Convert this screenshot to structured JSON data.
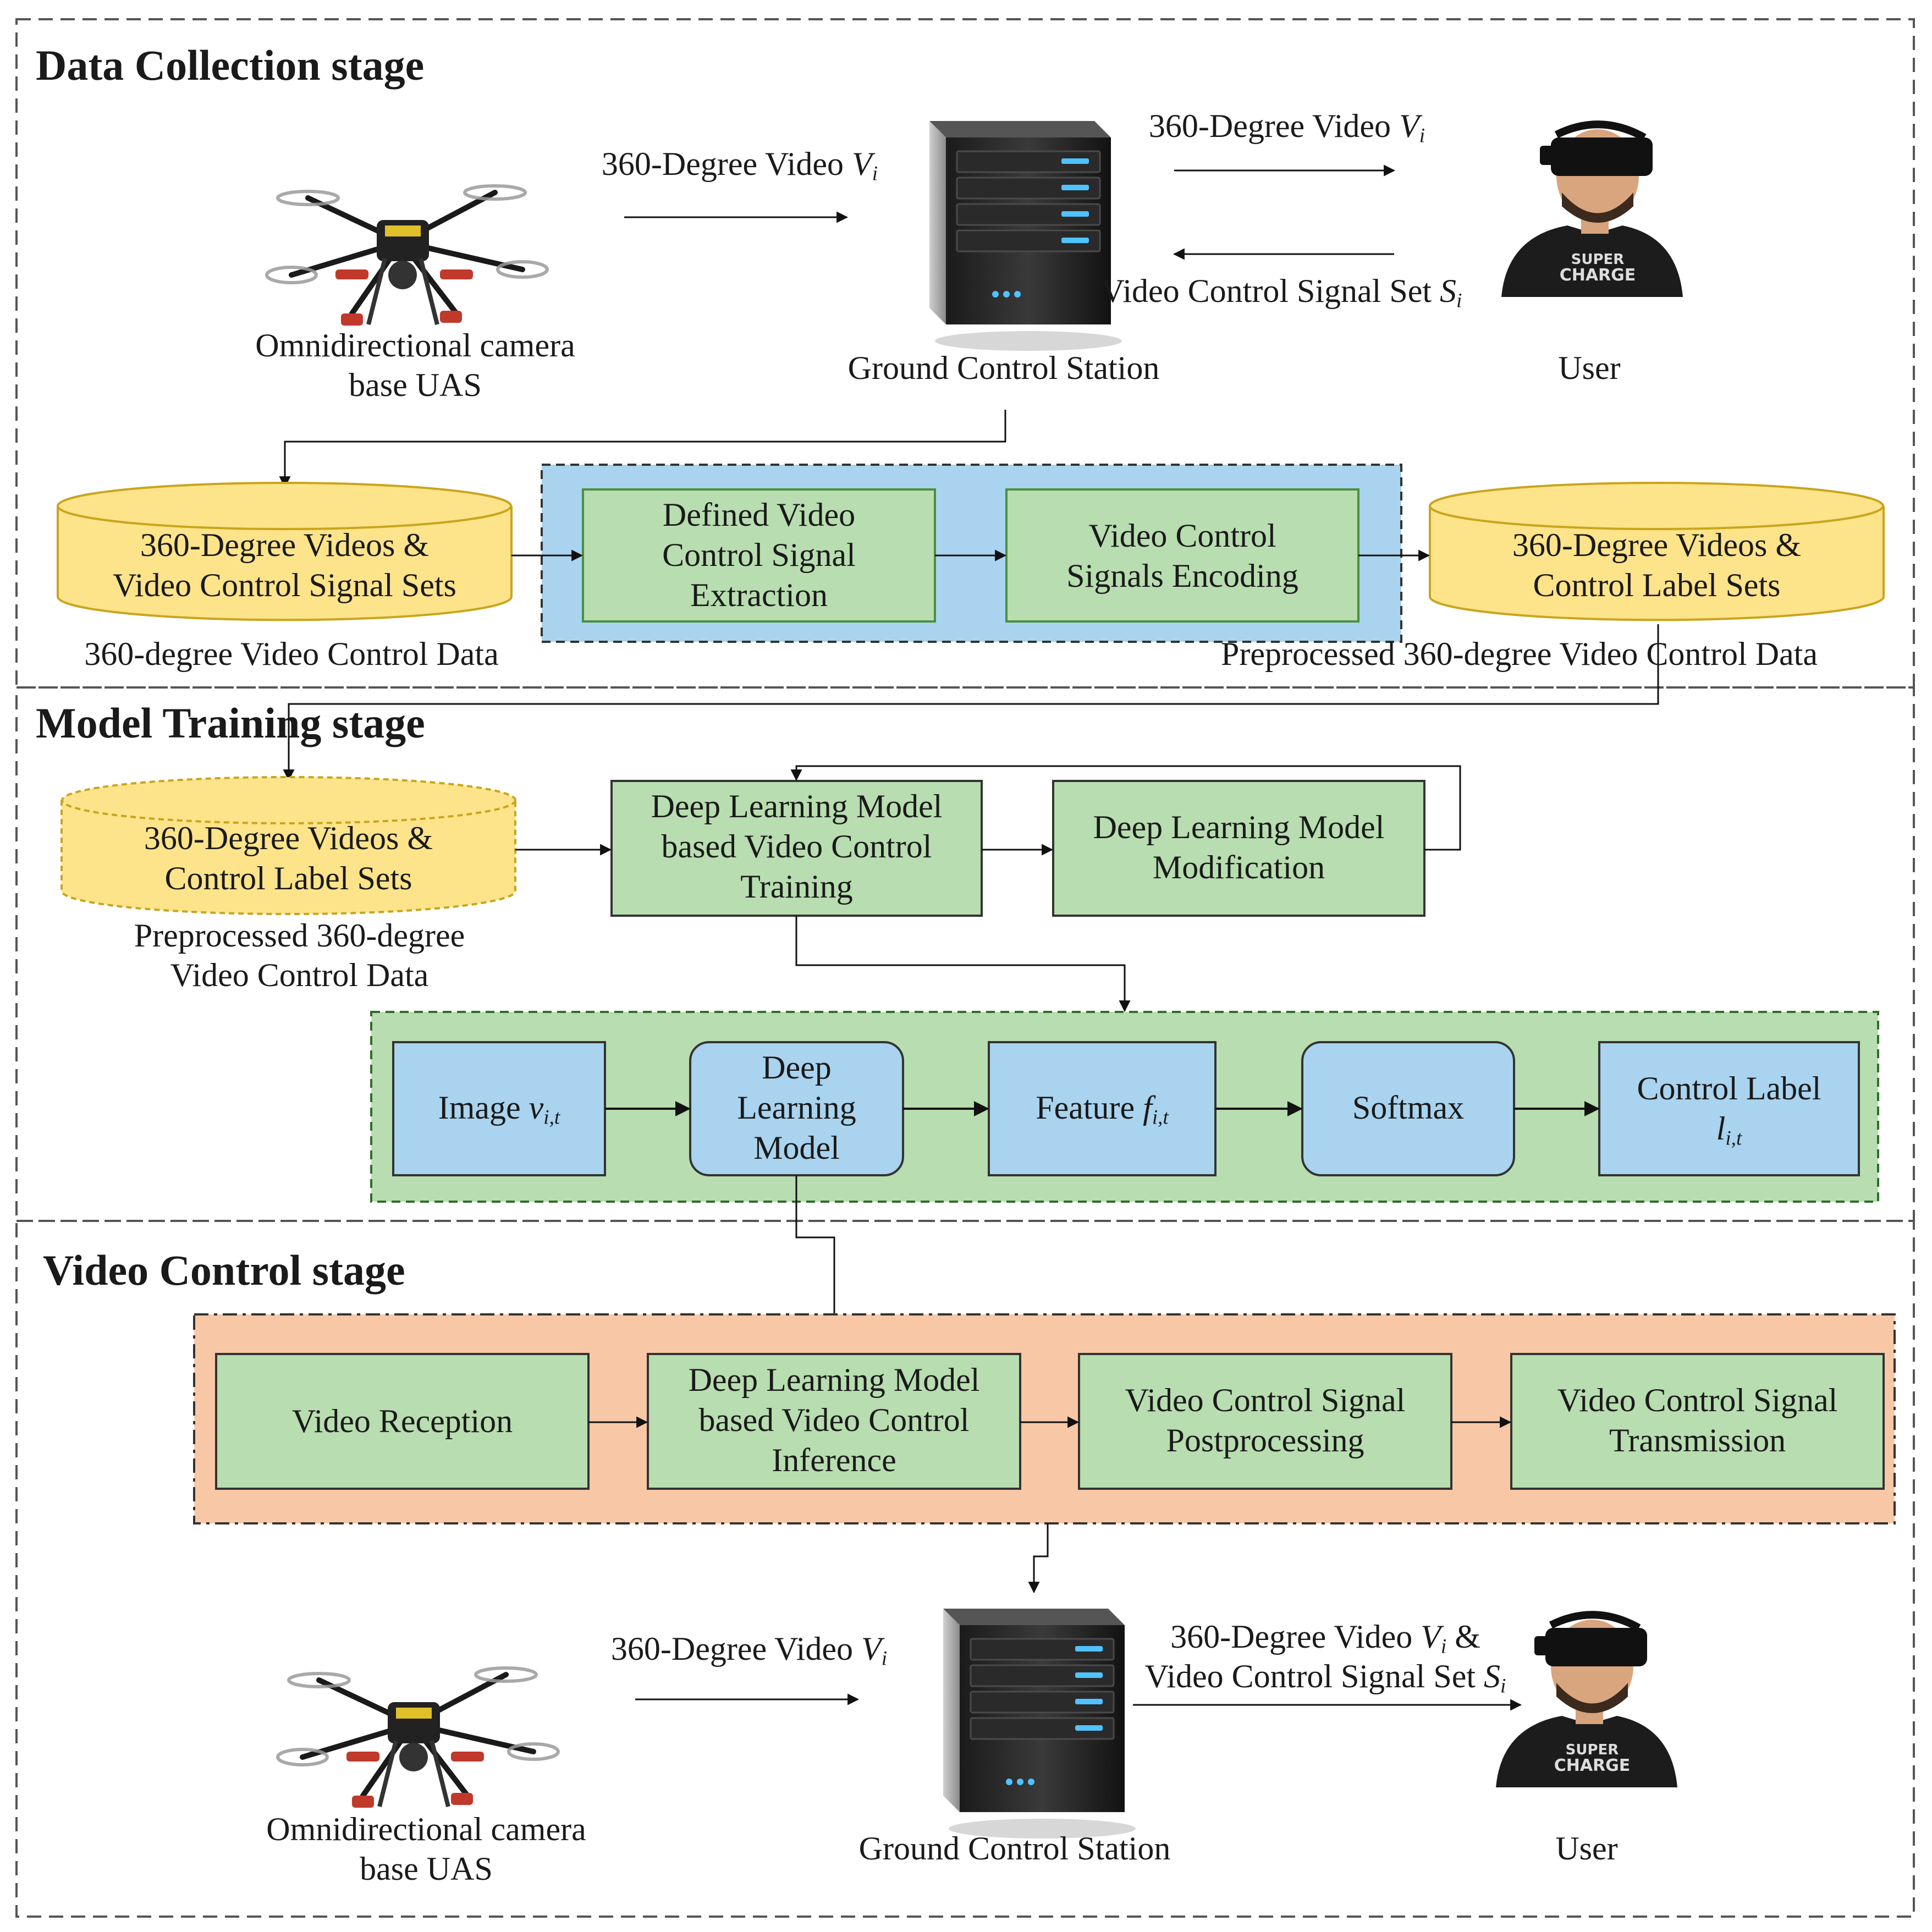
{
  "stages": {
    "collection": "Data Collection stage",
    "training": "Model Training stage",
    "control": "Video Control stage"
  },
  "collection": {
    "uas_label": [
      "Omnidirectional camera",
      "base UAS"
    ],
    "uas_to_gcs": {
      "text": "360-Degree Video ",
      "var": "V",
      "sub": "i"
    },
    "gcs_label": "Ground Control Station",
    "gcs_to_user": {
      "text": "360-Degree Video ",
      "var": "V",
      "sub": "i"
    },
    "user_to_gcs": {
      "text": "Video Control Signal Set ",
      "var": "S",
      "sub": "i"
    },
    "user_label": "User",
    "raw_db": [
      "360-Degree Videos &",
      "Video Control Signal Sets"
    ],
    "raw_db_caption": "360-degree Video Control Data",
    "extraction": [
      "Defined Video",
      "Control Signal",
      "Extraction"
    ],
    "encoding": [
      "Video Control",
      "Signals Encoding"
    ],
    "pre_db": [
      "360-Degree Videos &",
      "Control Label Sets"
    ],
    "pre_db_caption": "Preprocessed 360-degree Video Control Data"
  },
  "training": {
    "db": [
      "360-Degree Videos &",
      "Control Label Sets"
    ],
    "db_caption": [
      "Preprocessed 360-degree",
      "Video Control Data"
    ],
    "train_box": [
      "Deep Learning Model",
      "based Video Control",
      "Training"
    ],
    "modify_box": [
      "Deep Learning Model",
      "Modification"
    ],
    "pipeline": {
      "image": {
        "text": "Image ",
        "var": "v",
        "sub": "i,t"
      },
      "model": [
        "Deep",
        "Learning",
        "Model"
      ],
      "feature": {
        "text": "Feature ",
        "var": "f",
        "sub": "i,t"
      },
      "softmax": "Softmax",
      "label": {
        "text": "Control Label",
        "var": "l",
        "sub": "i,t"
      }
    }
  },
  "control": {
    "reception": "Video Reception",
    "inference": [
      "Deep Learning Model",
      "based Video Control",
      "Inference"
    ],
    "postprocessing": [
      "Video Control Signal",
      "Postprocessing"
    ],
    "transmission": [
      "Video Control Signal",
      "Transmission"
    ],
    "uas_label": [
      "Omnidirectional camera",
      "base UAS"
    ],
    "uas_to_gcs": {
      "text": "360-Degree Video ",
      "var": "V",
      "sub": "i"
    },
    "gcs_label": "Ground Control Station",
    "gcs_to_user_1": {
      "text": "360-Degree Video ",
      "var": "V",
      "sub": "i",
      "suffix": " &"
    },
    "gcs_to_user_2": {
      "text": "Video Control Signal Set ",
      "var": "S",
      "sub": "i"
    },
    "user_label": "User"
  },
  "colors": {
    "green_box": "#b8ddb0",
    "green_border": "#4a8f3e",
    "blue_box": "#a9d3ee",
    "blue_panel": "#a9d3ee",
    "green_panel": "#b8ddb0",
    "orange_panel": "#f8c8a6",
    "db_fill": "#fde38a",
    "db_border": "#c9a51c"
  },
  "icons": {
    "drone": "drone-icon",
    "server": "server-icon",
    "vr_user": "vr-headset-user-icon",
    "database": "database-cylinder-icon"
  }
}
